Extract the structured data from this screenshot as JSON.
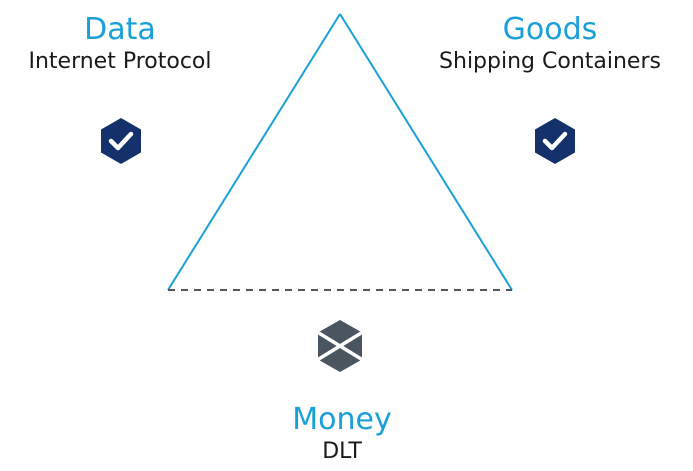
{
  "nodes": {
    "data": {
      "title": "Data",
      "subtitle": "Internet Protocol",
      "status": "checked"
    },
    "goods": {
      "title": "Goods",
      "subtitle": "Shipping Containers",
      "status": "checked"
    },
    "money": {
      "title": "Money",
      "subtitle": "DLT",
      "status": "crossed"
    }
  },
  "edges": [
    {
      "from": "data",
      "to": "goods",
      "style": "solid"
    },
    {
      "from": "data",
      "to": "money",
      "style": "solid"
    },
    {
      "from": "goods",
      "to": "money",
      "style": "dashed"
    }
  ],
  "colors": {
    "title": "#1aa0d8",
    "subtitle": "#1a1a1a",
    "line_solid": "#1aa0d8",
    "line_dashed": "#555555",
    "check_badge": "#15316b",
    "cross_badge": "#4a5560",
    "icon_mark": "#ffffff"
  },
  "icons": {
    "data": "check-badge-icon",
    "goods": "check-badge-icon",
    "money": "cross-badge-icon"
  }
}
